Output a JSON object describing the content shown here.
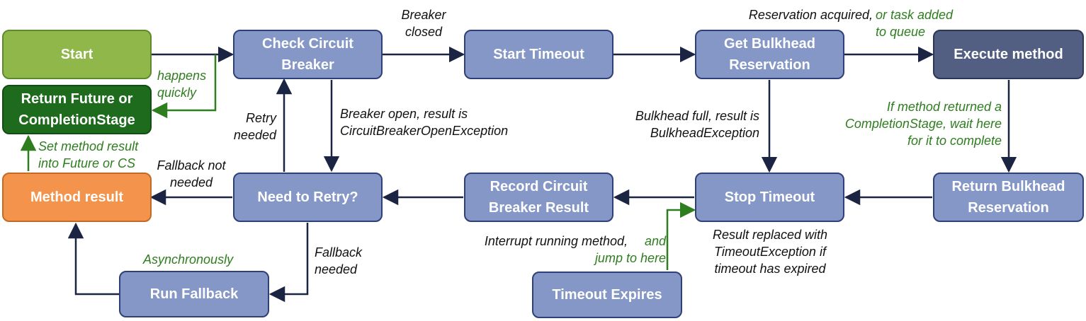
{
  "colors": {
    "node_blue": "#8497c7",
    "node_start": "#8fb74a",
    "node_return_future": "#1f6b1d",
    "node_method_result": "#f4934c",
    "node_execute": "#525f82",
    "arrow_dark": "#1c2443",
    "arrow_green": "#2e7d1f",
    "label_green": "#2e7d1f"
  },
  "nodes": {
    "start": "Start",
    "check_circuit_breaker": "Check Circuit\nBreaker",
    "start_timeout": "Start Timeout",
    "get_bulkhead": "Get Bulkhead\nReservation",
    "execute_method": "Execute method",
    "return_future": "Return Future or\nCompletionStage",
    "method_result": "Method result",
    "need_to_retry": "Need to Retry?",
    "record_cb_result": "Record Circuit\nBreaker Result",
    "stop_timeout": "Stop Timeout",
    "return_bulkhead": "Return Bulkhead\nReservation",
    "run_fallback": "Run Fallback",
    "timeout_expires": "Timeout Expires"
  },
  "labels": {
    "breaker_closed": "Breaker\nclosed",
    "reservation_acquired": "Reservation acquired,",
    "or_task_added": "or task added\nto queue",
    "happens_quickly": "happens\nquickly",
    "retry_needed": "Retry\nneeded",
    "breaker_open": "Breaker open, result is\nCircuitBreakerOpenException",
    "bulkhead_full": "Bulkhead full, result is\nBulkheadException",
    "if_method_returned": "If method returned a\nCompletionStage, wait here\nfor it to complete",
    "set_method_result": "Set method result\ninto Future or CS",
    "fallback_not_needed": "Fallback not\nneeded",
    "interrupt_running": "Interrupt running method,",
    "and_jump": "and\njump to here",
    "result_replaced": "Result replaced with\nTimeoutException if\ntimeout has expired",
    "asynchronously": "Asynchronously",
    "fallback_needed": "Fallback\nneeded"
  }
}
